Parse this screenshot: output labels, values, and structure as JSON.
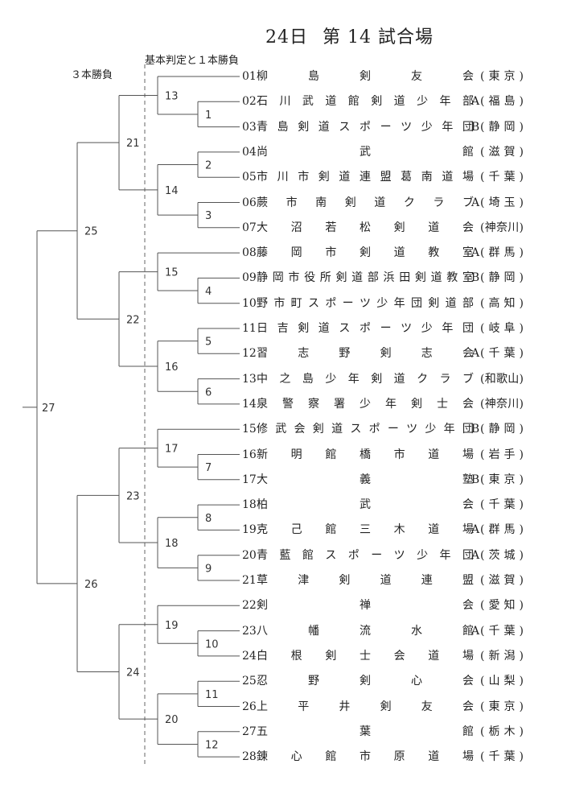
{
  "header": {
    "day": "24日",
    "court": "第 14 試合場"
  },
  "labels": {
    "left": "３本勝負",
    "right": "基本判定と１本勝負"
  },
  "entries": [
    {
      "no": "01",
      "name": "柳島剣友会",
      "suffix": "",
      "pref": "東京"
    },
    {
      "no": "02",
      "name": "石川武道館剣道少年部",
      "suffix": "A",
      "pref": "福島"
    },
    {
      "no": "03",
      "name": "青島剣道スポーツ少年団",
      "suffix": "B",
      "pref": "静岡"
    },
    {
      "no": "04",
      "name": "尚武館",
      "suffix": "",
      "pref": "滋賀"
    },
    {
      "no": "05",
      "name": "市川市剣道連盟葛南道場",
      "suffix": "",
      "pref": "千葉"
    },
    {
      "no": "06",
      "name": "蕨市南剣道クラブ",
      "suffix": "A",
      "pref": "埼玉"
    },
    {
      "no": "07",
      "name": "大沼若松剣道会",
      "suffix": "",
      "pref": "神奈川"
    },
    {
      "no": "08",
      "name": "藤岡市剣道教室",
      "suffix": "A",
      "pref": "群馬"
    },
    {
      "no": "09",
      "name": "静岡市役所剣道部浜田剣道教室",
      "suffix": "B",
      "pref": "静岡"
    },
    {
      "no": "10",
      "name": "野市町スポーツ少年団剣道部",
      "suffix": "",
      "pref": "高知"
    },
    {
      "no": "11",
      "name": "日吉剣道スポーツ少年団",
      "suffix": "",
      "pref": "岐阜"
    },
    {
      "no": "12",
      "name": "習志野剣志会",
      "suffix": "A",
      "pref": "千葉"
    },
    {
      "no": "13",
      "name": "中之島少年剣道クラブ",
      "suffix": "",
      "pref": "和歌山"
    },
    {
      "no": "14",
      "name": "泉警察署少年剣士会",
      "suffix": "",
      "pref": "神奈川"
    },
    {
      "no": "15",
      "name": "修武会剣道スポーツ少年団",
      "suffix": "B",
      "pref": "静岡"
    },
    {
      "no": "16",
      "name": "新明館橋市道場",
      "suffix": "",
      "pref": "岩手"
    },
    {
      "no": "17",
      "name": "大義塾",
      "suffix": "B",
      "pref": "東京"
    },
    {
      "no": "18",
      "name": "柏武会",
      "suffix": "",
      "pref": "千葉"
    },
    {
      "no": "19",
      "name": "克己館三木道場",
      "suffix": "A",
      "pref": "群馬"
    },
    {
      "no": "20",
      "name": "青藍館スポーツ少年団",
      "suffix": "A",
      "pref": "茨城"
    },
    {
      "no": "21",
      "name": "草津剣道連盟",
      "suffix": "",
      "pref": "滋賀"
    },
    {
      "no": "22",
      "name": "剣禅会",
      "suffix": "",
      "pref": "愛知"
    },
    {
      "no": "23",
      "name": "八幡流水館",
      "suffix": "A",
      "pref": "千葉"
    },
    {
      "no": "24",
      "name": "白根剣士会道場",
      "suffix": "",
      "pref": "新潟"
    },
    {
      "no": "25",
      "name": "忍野剣心会",
      "suffix": "",
      "pref": "山梨"
    },
    {
      "no": "26",
      "name": "上平井剣友会",
      "suffix": "",
      "pref": "東京"
    },
    {
      "no": "27",
      "name": "五葉館",
      "suffix": "",
      "pref": "栃木"
    },
    {
      "no": "28",
      "name": "錬心館市原道場",
      "suffix": "",
      "pref": "千葉"
    }
  ],
  "bracket": {
    "round1": [
      {
        "no": "1",
        "pair": [
          2,
          3
        ]
      },
      {
        "no": "2",
        "pair": [
          4,
          5
        ]
      },
      {
        "no": "3",
        "pair": [
          6,
          7
        ]
      },
      {
        "no": "4",
        "pair": [
          9,
          10
        ]
      },
      {
        "no": "5",
        "pair": [
          11,
          12
        ]
      },
      {
        "no": "6",
        "pair": [
          13,
          14
        ]
      },
      {
        "no": "7",
        "pair": [
          16,
          17
        ]
      },
      {
        "no": "8",
        "pair": [
          18,
          19
        ]
      },
      {
        "no": "9",
        "pair": [
          20,
          21
        ]
      },
      {
        "no": "10",
        "pair": [
          23,
          24
        ]
      },
      {
        "no": "11",
        "pair": [
          25,
          26
        ]
      },
      {
        "no": "12",
        "pair": [
          27,
          28
        ]
      }
    ],
    "round2": [
      {
        "no": "13",
        "top": {
          "entry": 1
        },
        "bottom": {
          "match": "1"
        }
      },
      {
        "no": "14",
        "top": {
          "match": "2"
        },
        "bottom": {
          "match": "3"
        }
      },
      {
        "no": "15",
        "top": {
          "entry": 8
        },
        "bottom": {
          "match": "4"
        }
      },
      {
        "no": "16",
        "top": {
          "match": "5"
        },
        "bottom": {
          "match": "6"
        }
      },
      {
        "no": "17",
        "top": {
          "entry": 15
        },
        "bottom": {
          "match": "7"
        }
      },
      {
        "no": "18",
        "top": {
          "match": "8"
        },
        "bottom": {
          "match": "9"
        }
      },
      {
        "no": "19",
        "top": {
          "entry": 22
        },
        "bottom": {
          "match": "10"
        }
      },
      {
        "no": "20",
        "top": {
          "match": "11"
        },
        "bottom": {
          "match": "12"
        }
      }
    ],
    "round3": [
      {
        "no": "21",
        "top": "13",
        "bottom": "14"
      },
      {
        "no": "22",
        "top": "15",
        "bottom": "16"
      },
      {
        "no": "23",
        "top": "17",
        "bottom": "18"
      },
      {
        "no": "24",
        "top": "19",
        "bottom": "20"
      }
    ],
    "round4": [
      {
        "no": "25",
        "top": "21",
        "bottom": "22"
      },
      {
        "no": "26",
        "top": "23",
        "bottom": "24"
      }
    ],
    "final": {
      "no": "27",
      "top": "25",
      "bottom": "26"
    }
  }
}
